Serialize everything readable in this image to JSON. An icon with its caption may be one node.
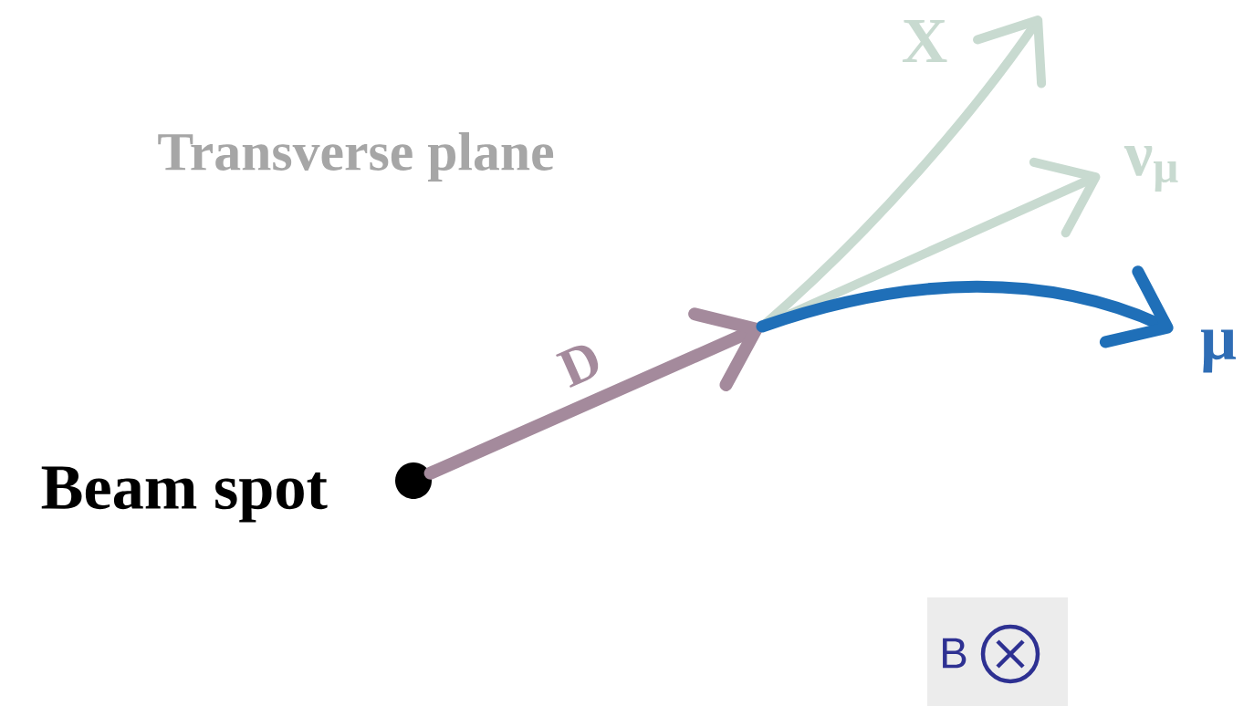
{
  "diagram": {
    "nodes": [
      {
        "text": [],
        "shape": "circle",
        "beside": [
          "Beam spot"
        ]
      },
      {
        "text": [
          "X"
        ]
      },
      {
        "text": [
          "ν$_{μ}$"
        ]
      },
      {
        "text": [
          "μ"
        ]
      }
    ],
    "edges": [
      {
        "from": 0,
        "to": null,
        "arrow": "to",
        "label": "D",
        "color": "#a48a9c"
      },
      {
        "from": null,
        "to": 1,
        "arrow": "to",
        "color": "#c8dad0"
      },
      {
        "from": null,
        "to": 2,
        "arrow": "to",
        "color": "#c8dad0"
      },
      {
        "from": null,
        "to": 3,
        "arrow": "to",
        "color": "#1f6fb8"
      }
    ],
    "labels": [
      "Transverse plane",
      "B"
    ]
  }
}
